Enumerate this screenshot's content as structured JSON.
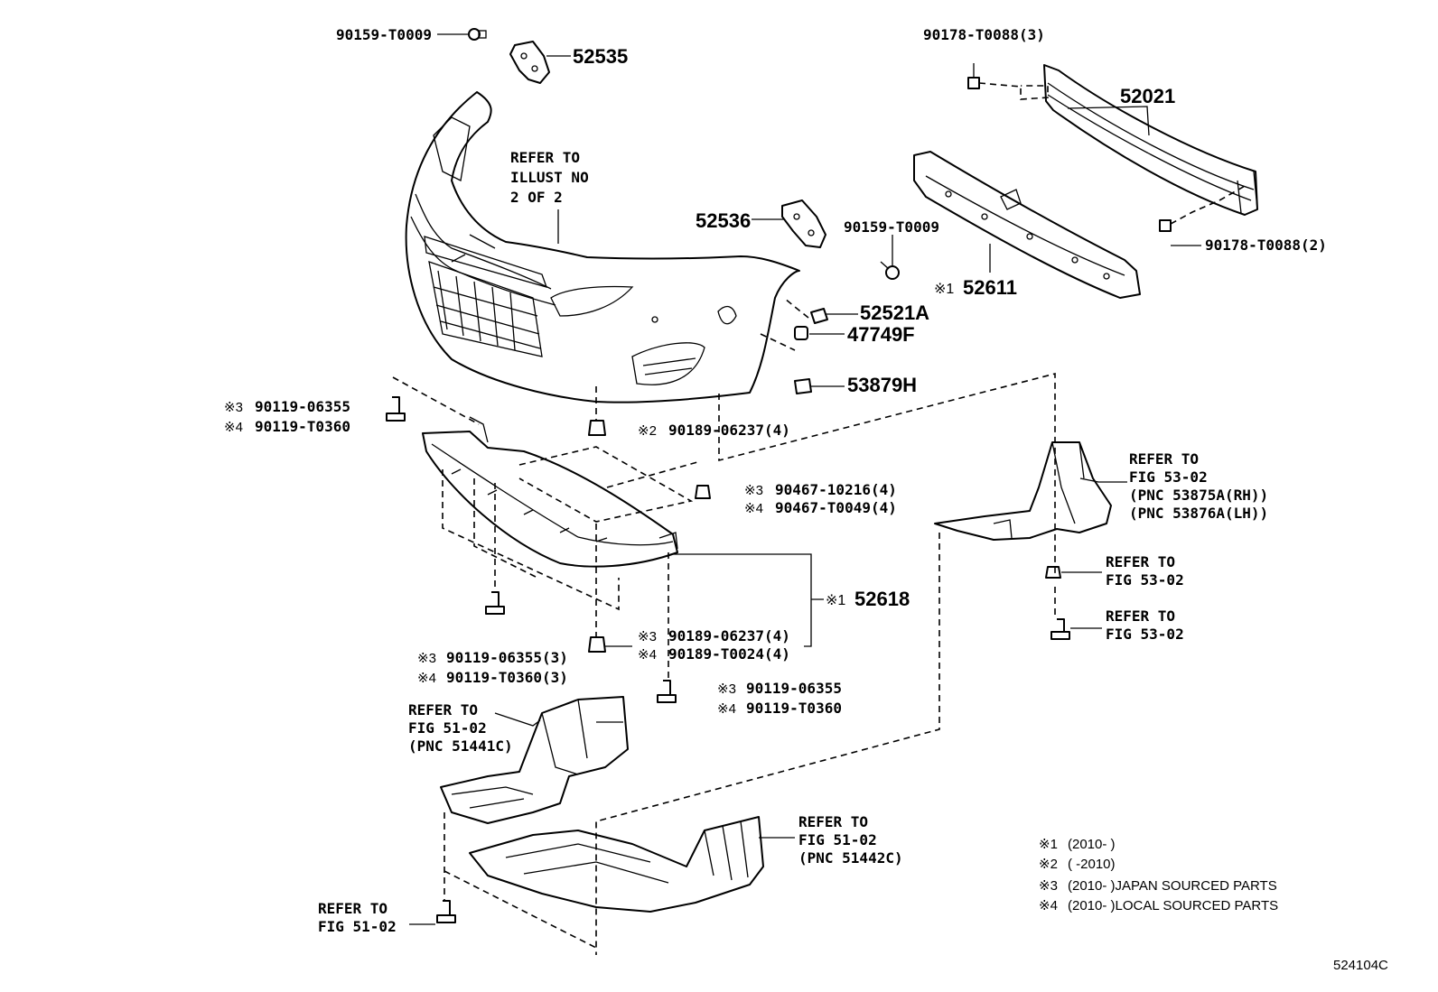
{
  "labels": {
    "p90159_top": "90159-T0009",
    "p52535": "52535",
    "p90178_3": "90178-T0088(3)",
    "p52021": "52021",
    "refer_illust_1": "REFER TO",
    "refer_illust_2": "ILLUST NO",
    "refer_illust_3": "2 OF 2",
    "p52536": "52536",
    "p90159_mid": "90159-T0009",
    "p90178_2": "90178-T0088(2)",
    "mark1_52611": "※1",
    "p52611": "52611",
    "p52521A": "52521A",
    "p47749F": "47749F",
    "p53879H": "53879H",
    "mark3_a": "※3",
    "p90119_06355_a": "90119-06355",
    "mark4_a": "※4",
    "p90119_T0360_a": "90119-T0360",
    "mark2_a": "※2",
    "p90189_06237_4_a": "90189-06237(4)",
    "mark3_b": "※3",
    "p90467_10216": "90467-10216(4)",
    "mark4_b": "※4",
    "p90467_T0049": "90467-T0049(4)",
    "mark1_52618": "※1",
    "p52618": "52618",
    "mark3_c": "※3",
    "p90189_06237_4_b": "90189-06237(4)",
    "mark4_c": "※4",
    "p90189_T0024": "90189-T0024(4)",
    "mark3_d": "※3",
    "p90119_06355_3": "90119-06355(3)",
    "mark4_d": "※4",
    "p90119_T0360_3": "90119-T0360(3)",
    "mark3_e": "※3",
    "p90119_06355_e": "90119-06355",
    "mark4_e": "※4",
    "p90119_T0360_e": "90119-T0360",
    "ref5302_a1": "REFER TO",
    "ref5302_a2": "FIG 53-02",
    "ref5302_a3": "(PNC 53875A(RH))",
    "ref5302_a4": "(PNC 53876A(LH))",
    "ref5302_b1": "REFER TO",
    "ref5302_b2": "FIG 53-02",
    "ref5302_c1": "REFER TO",
    "ref5302_c2": "FIG 53-02",
    "ref5102_a1": "REFER TO",
    "ref5102_a2": "FIG 51-02",
    "ref5102_a3": "(PNC 51441C)",
    "ref5102_b1": "REFER TO",
    "ref5102_b2": "FIG 51-02",
    "ref5102_b3": "(PNC 51442C)",
    "ref5102_c1": "REFER TO",
    "ref5102_c2": "FIG 51-02",
    "diagram_code": "524104C"
  },
  "notes": [
    {
      "mark": "※1",
      "text": "(2010-      )"
    },
    {
      "mark": "※2",
      "text": "(      -2010)"
    },
    {
      "mark": "※3",
      "text": "(2010-      )JAPAN SOURCED PARTS"
    },
    {
      "mark": "※4",
      "text": "(2010-      )LOCAL SOURCED PARTS"
    }
  ]
}
